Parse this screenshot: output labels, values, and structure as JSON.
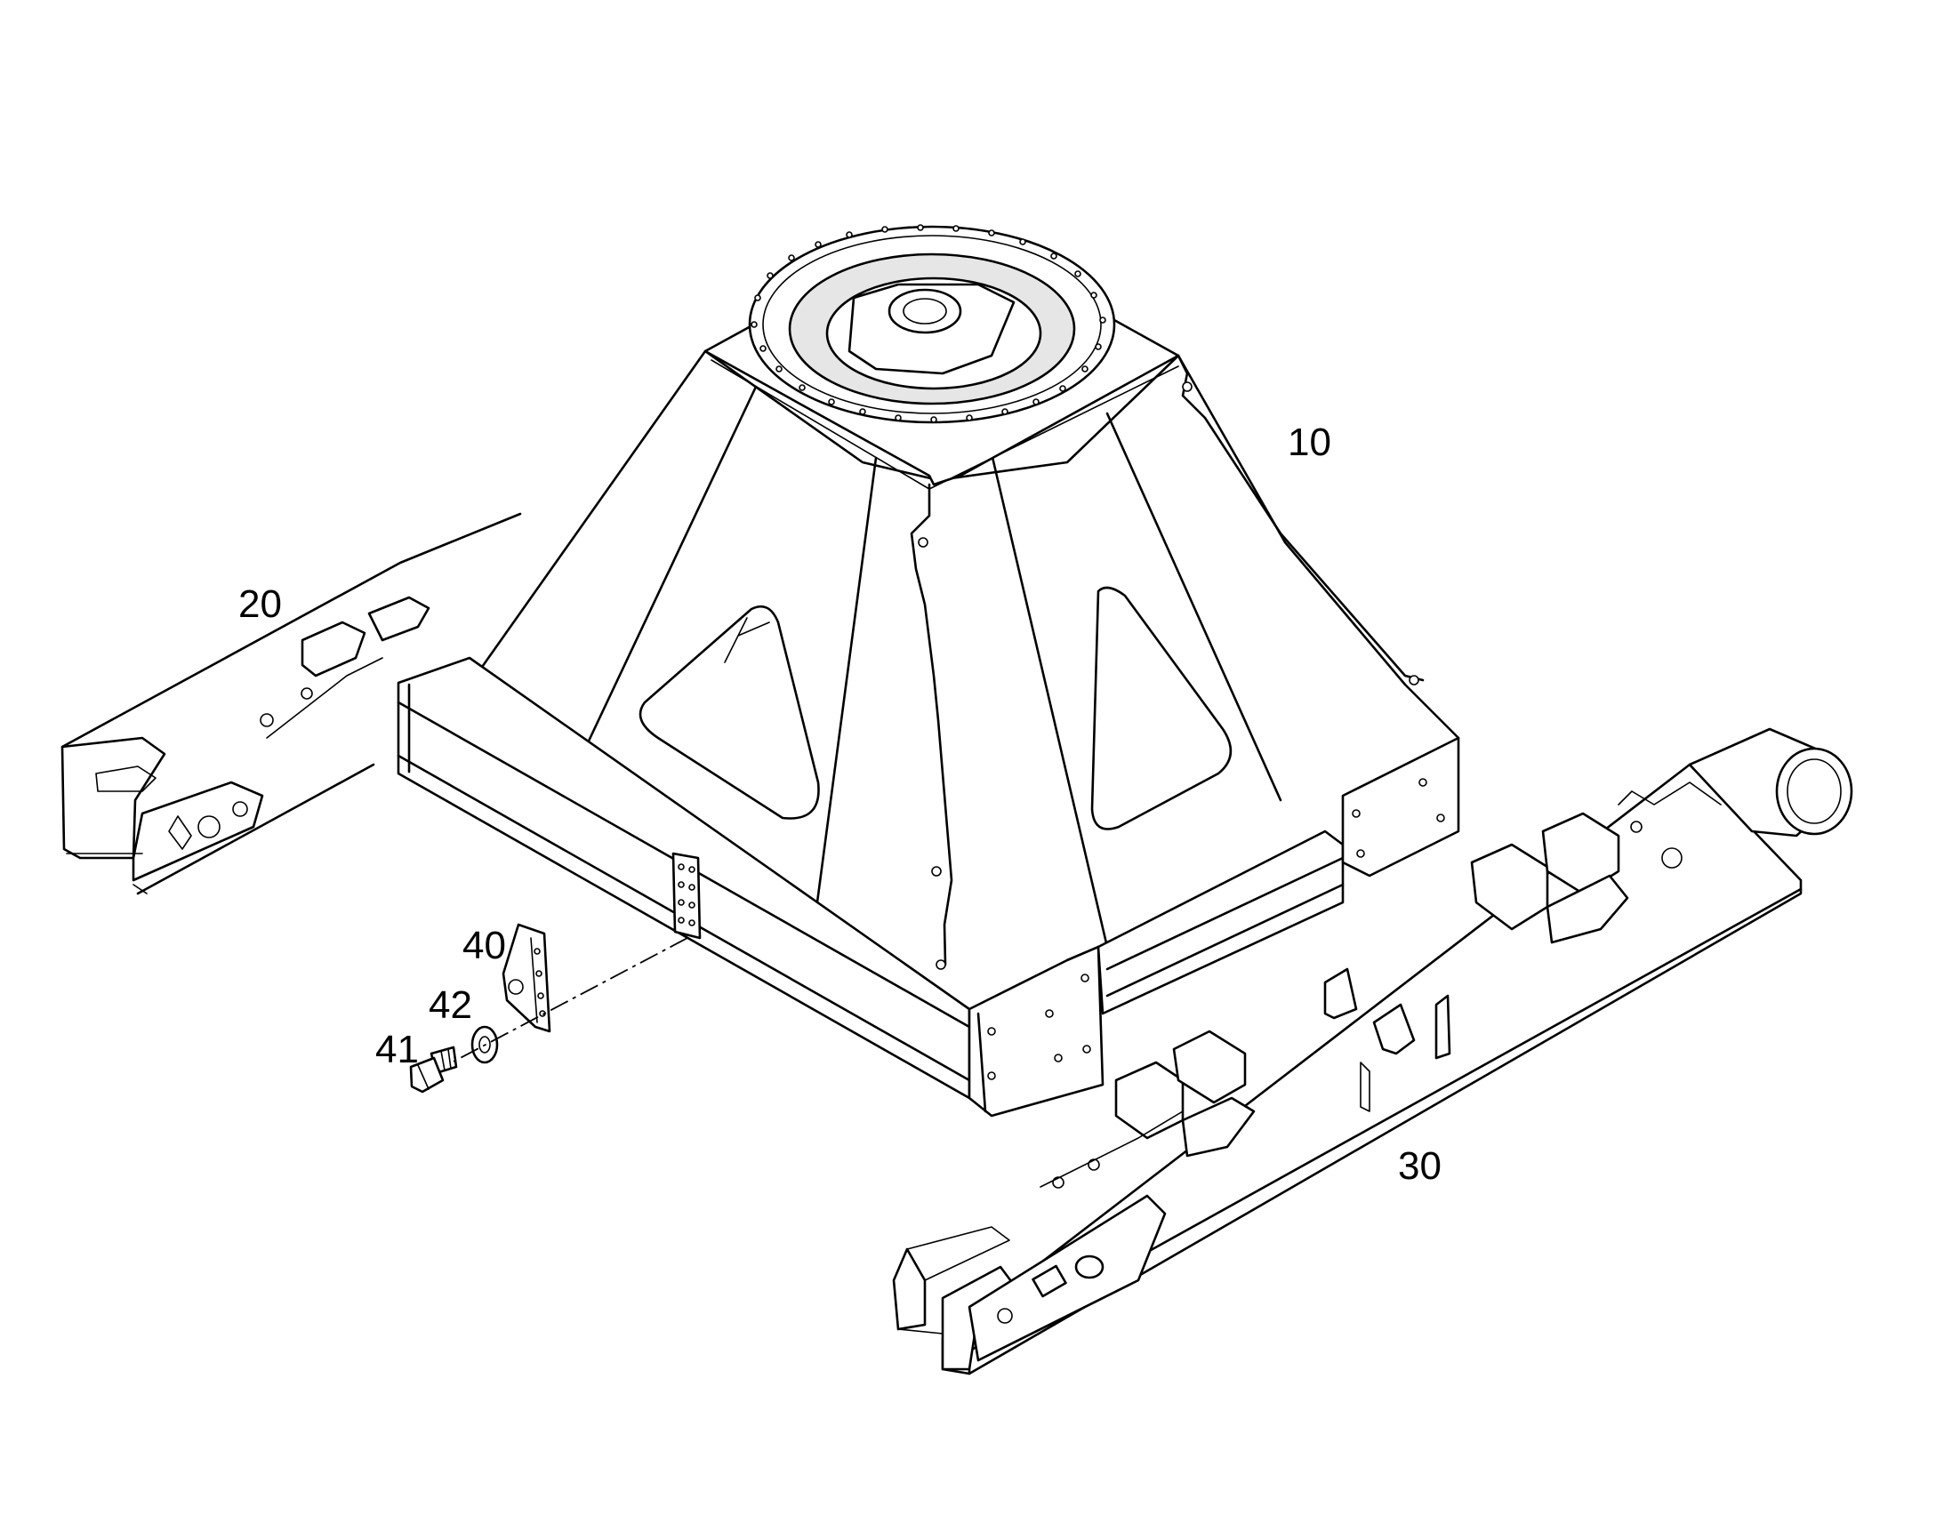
{
  "callouts": {
    "c10": "10",
    "c20": "20",
    "c30": "30",
    "c40": "40",
    "c41": "41",
    "c42": "42"
  },
  "colors": {
    "line": "#000000",
    "background": "#ffffff"
  }
}
